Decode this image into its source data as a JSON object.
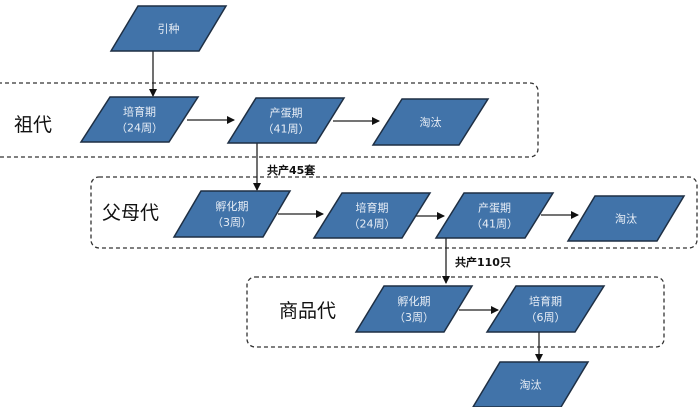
{
  "colors": {
    "node_fill": "#4173a9",
    "node_border": "#1e2f44",
    "node_text": "#e8eef6"
  },
  "groups": {
    "grandparent": "祖代",
    "parent": "父母代",
    "commercial": "商品代"
  },
  "nodes": {
    "intro": {
      "line1": "引种"
    },
    "gp_rearing": {
      "line1": "培育期",
      "line2": "（24周）"
    },
    "gp_laying": {
      "line1": "产蛋期",
      "line2": "（41周）"
    },
    "gp_cull": {
      "line1": "淘汰"
    },
    "p_hatch": {
      "line1": "孵化期",
      "line2": "（3周）"
    },
    "p_rearing": {
      "line1": "培育期",
      "line2": "（24周）"
    },
    "p_laying": {
      "line1": "产蛋期",
      "line2": "（41周）"
    },
    "p_cull": {
      "line1": "淘汰"
    },
    "c_hatch": {
      "line1": "孵化期",
      "line2": "（3周）"
    },
    "c_rearing": {
      "line1": "培育期",
      "line2": "（6周）"
    },
    "c_cull": {
      "line1": "淘汰"
    }
  },
  "edge_labels": {
    "gp_to_parent": "共产45套",
    "parent_to_commercial": "共产110只"
  }
}
